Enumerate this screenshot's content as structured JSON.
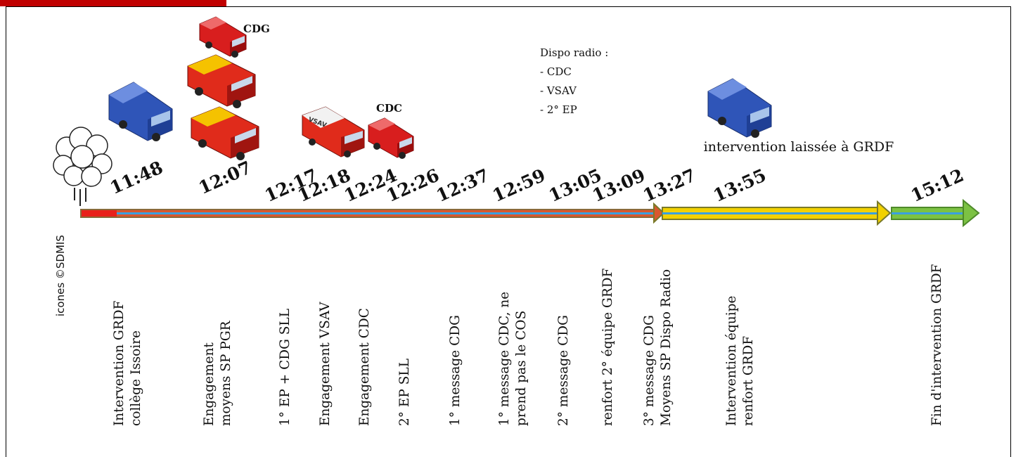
{
  "header": {
    "accent_color": "#c00000"
  },
  "credit": "icones ©SDMIS",
  "times": [
    "11:48",
    "12:07",
    "12:17",
    "12:18",
    "12:24",
    "12:26",
    "12:37",
    "12:59",
    "13:05",
    "13:09",
    "13:27",
    "13:55",
    "15:12"
  ],
  "events": [
    {
      "lines": [
        "Intervention GRDF",
        "collège Issoire"
      ]
    },
    {
      "lines": [
        "Engagement",
        "moyens SP PGR"
      ]
    },
    {
      "lines": [
        "1° EP + CDG SLL"
      ]
    },
    {
      "lines": [
        "Engagement VSAV"
      ]
    },
    {
      "lines": [
        "Engagement CDC"
      ]
    },
    {
      "lines": [
        "2° EP SLL"
      ]
    },
    {
      "lines": [
        "1° message CDG"
      ]
    },
    {
      "lines": [
        "1° message CDC, ne",
        "prend pas le COS"
      ]
    },
    {
      "lines": [
        "2° message CDG"
      ]
    },
    {
      "lines": [
        "renfort 2° équipe GRDF"
      ]
    },
    {
      "lines": [
        "3° message CDG",
        "Moyens SP Dispo Radio"
      ]
    },
    {
      "lines": [
        "Intervention équipe",
        "renfort GRDF"
      ]
    },
    {
      "lines": [
        "Fin d'intervention GRDF"
      ]
    }
  ],
  "vehicle_tags": {
    "cdg": "CDG",
    "cdc": "CDC"
  },
  "radio": {
    "title": "Dispo radio :",
    "items": [
      "- CDC",
      "- VSAV",
      "- 2° EP"
    ]
  },
  "note": "intervention laissée à GRDF",
  "colors": {
    "red": "#e8201a",
    "blue": "#3aa0e0",
    "olive": "#7a7a2a",
    "yellow": "#f2d100",
    "green": "#7cc243",
    "vsav_text": "VSAV"
  }
}
